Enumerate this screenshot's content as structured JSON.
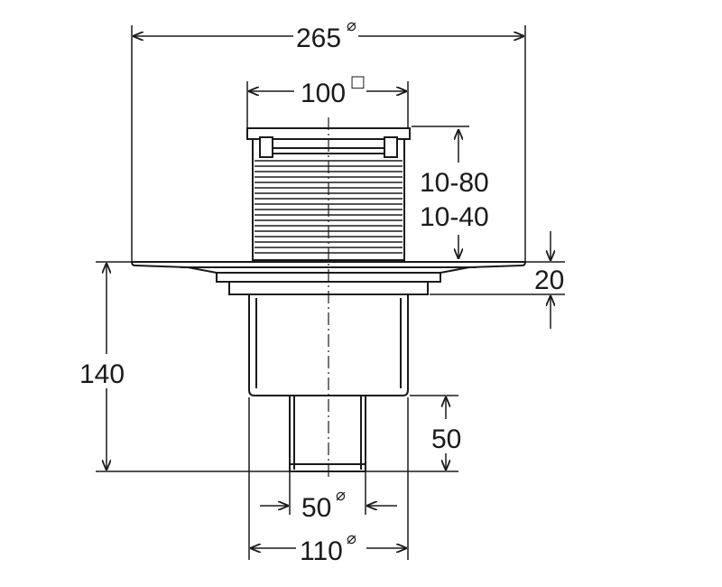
{
  "dimensions": {
    "top_flange": {
      "value": "265",
      "symbol": "⌀"
    },
    "grate": {
      "value": "100",
      "symbol": "□"
    },
    "height_range_1": {
      "value": "10-80"
    },
    "height_range_2": {
      "value": "10-40"
    },
    "flange_height": {
      "value": "20"
    },
    "body_height": {
      "value": "140"
    },
    "outlet_height": {
      "value": "50"
    },
    "outlet_diameter": {
      "value": "50",
      "symbol": "⌀"
    },
    "body_diameter": {
      "value": "110",
      "symbol": "⌀"
    }
  },
  "colors": {
    "stroke": "#1a1a1a",
    "background": "#ffffff"
  }
}
